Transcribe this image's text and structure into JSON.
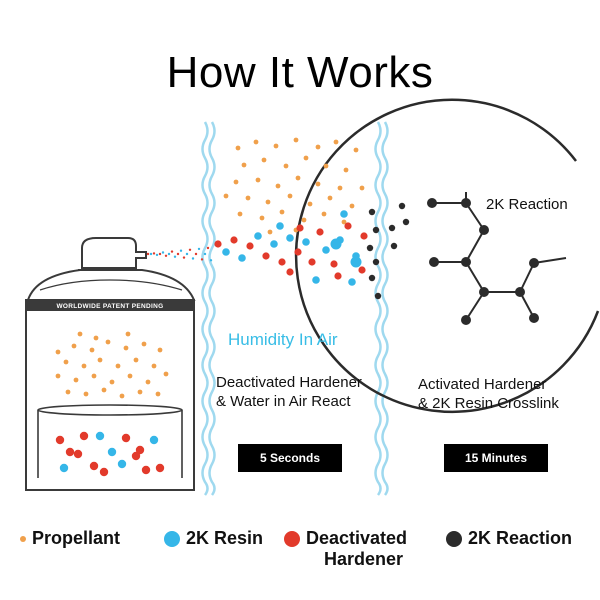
{
  "title": "How It Works",
  "can": {
    "brand_text": "WORLDWIDE PATENT PENDING"
  },
  "middle": {
    "humidity_label": "Humidity In Air",
    "description_line1": "Deactivated Hardener",
    "description_line2": "& Water in Air React",
    "timer": "5 Seconds"
  },
  "right": {
    "reaction_label": "2K Reaction",
    "description_line1": "Activated Hardener",
    "description_line2": "& 2K Resin Crosslink",
    "timer": "15 Minutes"
  },
  "legend": {
    "items": [
      {
        "label": "Propellant",
        "color": "#f0a04b"
      },
      {
        "label": "2K Resin",
        "color": "#35b6e8"
      },
      {
        "label_line1": "Deactivated",
        "label_line2": "Hardener",
        "color": "#e23a2b"
      },
      {
        "label": "2K Reaction",
        "color": "#2b2b2b"
      }
    ]
  },
  "colors": {
    "propellant": "#f0a04b",
    "resin": "#35b6e8",
    "hardener": "#e23a2b",
    "reaction": "#2b2b2b",
    "wave": "#9fd9ef"
  }
}
